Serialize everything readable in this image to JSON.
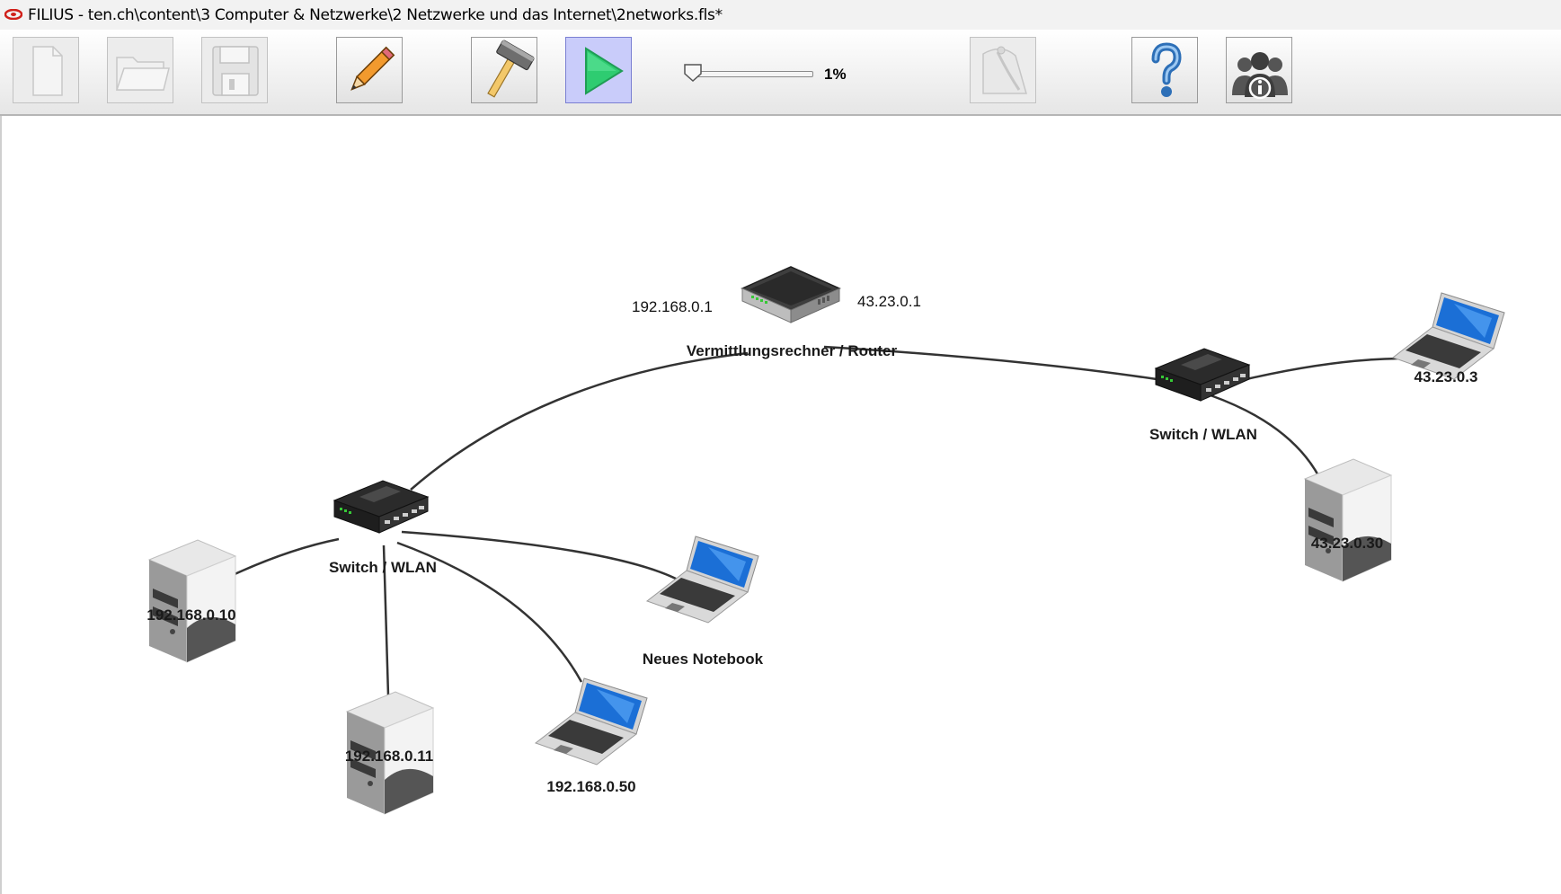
{
  "window": {
    "title": "FILIUS - ten.ch\\content\\3 Computer & Netzwerke\\2 Netzwerke und das Internet\\2networks.fls*"
  },
  "toolbar": {
    "buttons": [
      {
        "name": "new-file",
        "icon": "document-icon",
        "enabled": false
      },
      {
        "name": "open-file",
        "icon": "folder-icon",
        "enabled": false
      },
      {
        "name": "save-file",
        "icon": "floppy-disk-icon",
        "enabled": false
      },
      {
        "name": "design-mode",
        "icon": "pencil-icon",
        "enabled": true
      },
      {
        "name": "build-mode",
        "icon": "hammer-icon",
        "enabled": true
      },
      {
        "name": "simulation-mode",
        "icon": "play-icon",
        "enabled": true,
        "active": true
      },
      {
        "name": "documentation",
        "icon": "wire-tools-icon",
        "enabled": false
      },
      {
        "name": "help",
        "icon": "question-mark-icon",
        "enabled": true
      },
      {
        "name": "about",
        "icon": "users-info-icon",
        "enabled": true
      }
    ],
    "speed": {
      "value": 1,
      "label": "1%"
    }
  },
  "network": {
    "router": {
      "label": "Vermittlungsrechner / Router",
      "left_ip": "192.168.0.1",
      "right_ip": "43.23.0.1"
    },
    "switch_left": {
      "label": "Switch / WLAN"
    },
    "switch_right": {
      "label": "Switch / WLAN"
    },
    "servers": [
      {
        "label": "192.168.0.10"
      },
      {
        "label": "192.168.0.11"
      },
      {
        "label": "43.23.0.30"
      }
    ],
    "notebooks": [
      {
        "label": "Neues Notebook"
      },
      {
        "label": "192.168.0.50"
      },
      {
        "label": "43.23.0.3"
      }
    ]
  },
  "colors": {
    "active_button": "#c9ccfa",
    "play_green": "#2ecc71",
    "wire": "#333333",
    "screen_blue": "#1b6fd6"
  }
}
